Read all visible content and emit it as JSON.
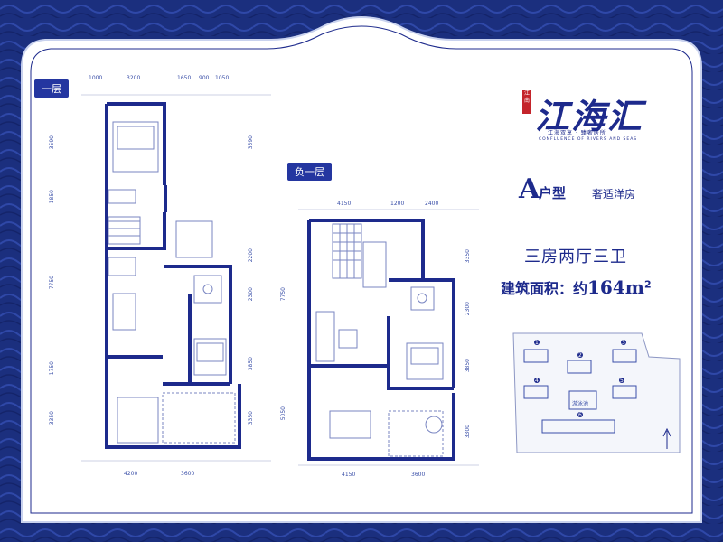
{
  "floor1": {
    "tag": "一层",
    "dims_top": [
      "1000",
      "3200",
      "1650",
      "900",
      "1050"
    ],
    "dims_left": [
      "3590",
      "1850",
      "7750",
      "1750",
      "3350"
    ],
    "dims_right": [
      "3590",
      "2200",
      "2300",
      "3850",
      "3350"
    ],
    "dims_bottom": [
      "4200",
      "3600"
    ]
  },
  "floor_b1": {
    "tag": "负一层",
    "dims_top": [
      "4150",
      "1200",
      "2400"
    ],
    "dims_left": [
      "7750",
      "5050"
    ],
    "dims_right": [
      "3350",
      "2300",
      "3850",
      "3300"
    ],
    "dims_bottom": [
      "4150",
      "3600"
    ]
  },
  "logo": {
    "main": "江海汇",
    "seal": "江南",
    "sub1": "江海双享 · 臻奢居所",
    "sub2": "CONFLUENCE OF RIVERS AND SEAS"
  },
  "unit": {
    "type_letter": "A",
    "type_word": "户型",
    "type_desc": "奢适洋房",
    "rooms": "三房两厅三卫",
    "area_label": "建筑面积：约",
    "area_value": "164",
    "area_unit": "m",
    "area_sup": "2"
  },
  "site_map": {
    "building_numbers": [
      "1",
      "2",
      "3",
      "4",
      "5",
      "6"
    ],
    "pool_label": "游泳池"
  },
  "colors": {
    "frame": "#1b2f7e",
    "ink": "#1d2a8c",
    "seal": "#c4242b"
  }
}
